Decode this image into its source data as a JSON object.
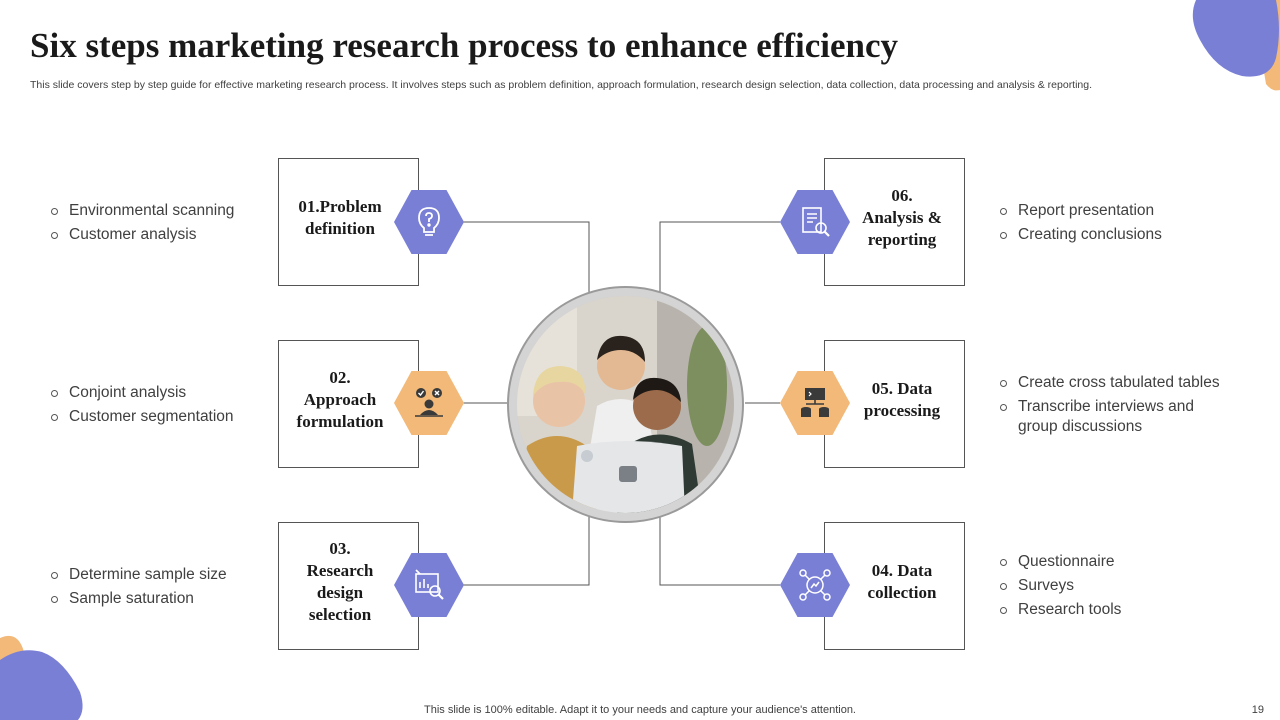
{
  "title": "Six steps marketing research process to enhance efficiency",
  "subtitle": "This slide covers step by step guide for effective marketing research process. It involves steps such as problem definition, approach formulation, research design selection, data collection, data processing and analysis & reporting.",
  "footer": "This slide is 100% editable. Adapt it to your needs and capture your audience's attention.",
  "page_number": "19",
  "colors": {
    "purple": "#7a7fd6",
    "orange": "#f2b979"
  },
  "steps": [
    {
      "label_lines": [
        "01.Problem",
        "definition"
      ],
      "icon": "lightbulb-question-icon",
      "bullets": [
        "Environmental  scanning",
        "Customer analysis"
      ]
    },
    {
      "label_lines": [
        "02.",
        "Approach",
        "formulation"
      ],
      "icon": "team-decision-icon",
      "bullets": [
        "Conjoint analysis",
        "Customer segmentation"
      ]
    },
    {
      "label_lines": [
        "03.",
        "Research",
        "design",
        "selection"
      ],
      "icon": "chart-magnifier-icon",
      "bullets": [
        "Determine sample size",
        "Sample saturation"
      ]
    },
    {
      "label_lines": [
        "04. Data",
        "collection"
      ],
      "icon": "data-network-icon",
      "bullets": [
        "Questionnaire",
        "Surveys",
        "Research tools"
      ]
    },
    {
      "label_lines": [
        "05. Data",
        "processing"
      ],
      "icon": "database-process-icon",
      "bullets": [
        "Create cross tabulated tables",
        "Transcribe  interviews  and",
        "group discussions"
      ]
    },
    {
      "label_lines": [
        "06.",
        "Analysis &",
        "reporting"
      ],
      "icon": "report-search-icon",
      "bullets": [
        "Report presentation",
        "Creating conclusions"
      ]
    }
  ]
}
